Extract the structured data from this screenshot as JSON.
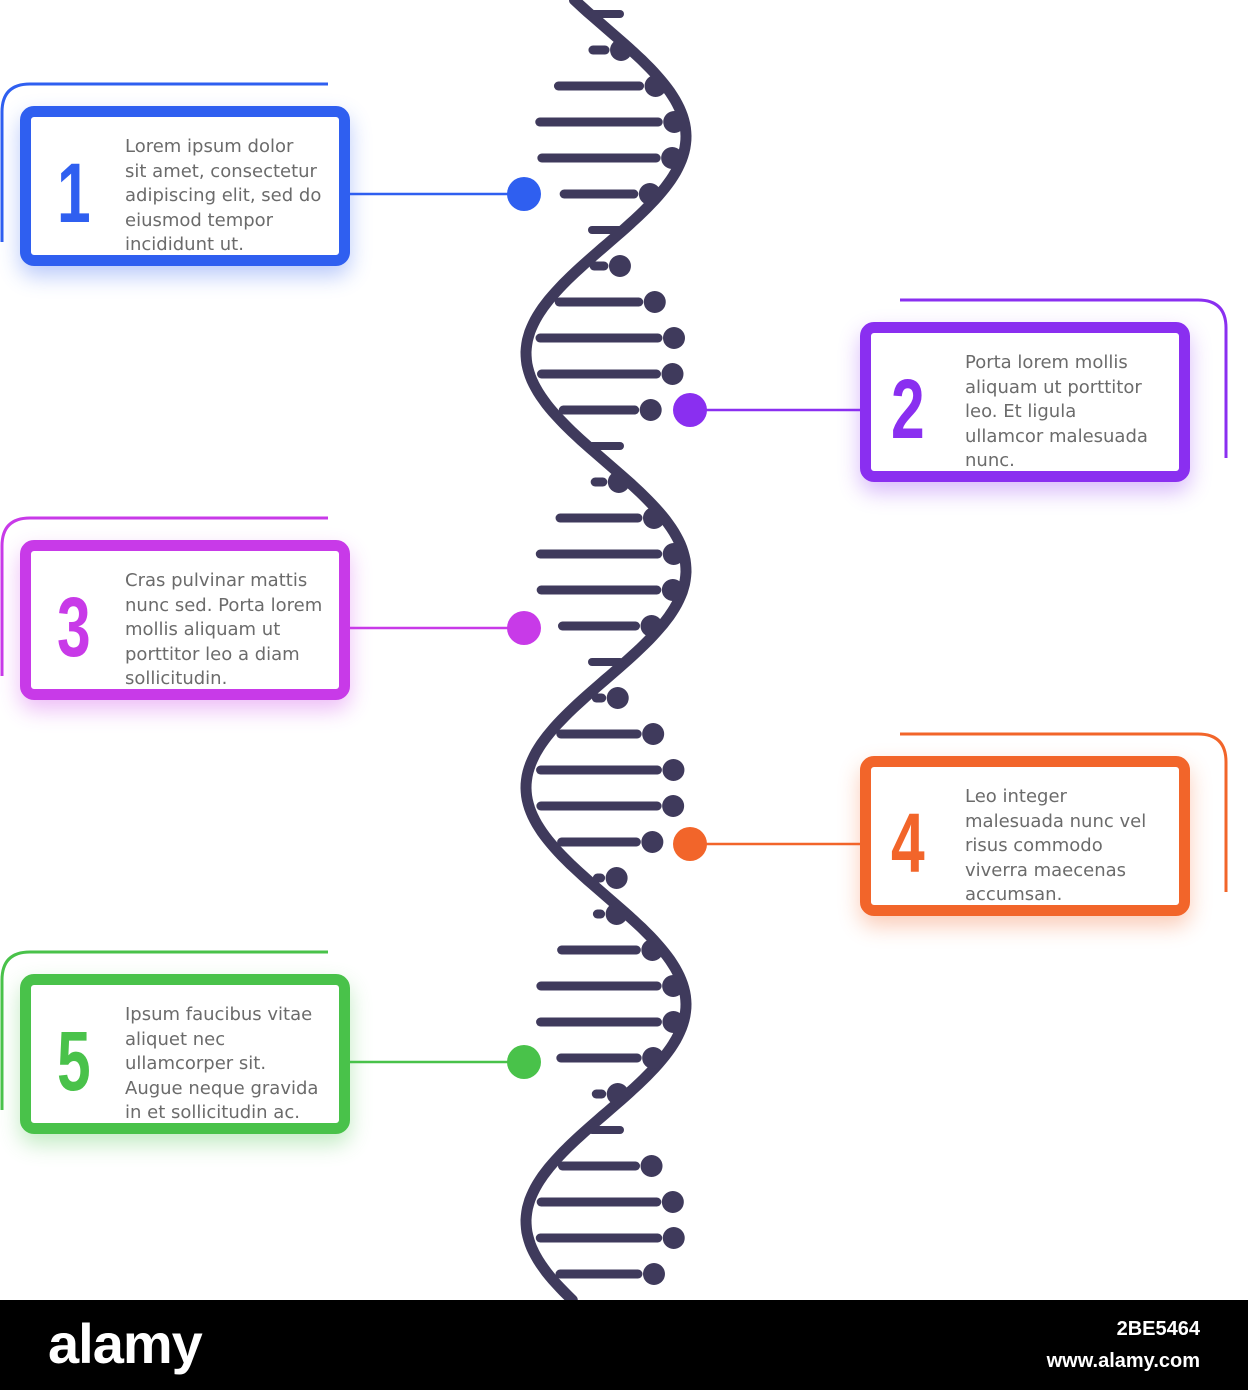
{
  "colors": {
    "helix": "#3f3a5c",
    "step1": "#2f5ff0",
    "step2": "#8a2ff0",
    "step3": "#c83ae8",
    "step4": "#f2652a",
    "step5": "#49c24a"
  },
  "steps": [
    {
      "number": "1",
      "text": "Lorem ipsum dolor\nsit amet, consectetur\nadipiscing elit, sed do\neiusmod tempor\nincididunt ut.",
      "color": "#2f5ff0",
      "side": "left"
    },
    {
      "number": "2",
      "text": "Porta lorem mollis\naliquam ut porttitor\nleo. Et ligula\nullamcor malesuada\nnunc.",
      "color": "#8a2ff0",
      "side": "right"
    },
    {
      "number": "3",
      "text": "Cras pulvinar mattis\nnunc sed. Porta lorem\nmollis aliquam ut\nporttitor leo a diam\nsollicitudin.",
      "color": "#c83ae8",
      "side": "left"
    },
    {
      "number": "4",
      "text": "Leo integer\nmalesuada nunc vel\nrisus commodo\nviverra maecenas\naccumsan.",
      "color": "#f2652a",
      "side": "right"
    },
    {
      "number": "5",
      "text": "Ipsum faucibus vitae\naliquet nec\nullamcorper sit.\nAugue neque gravida\nin et sollicitudin ac.",
      "color": "#49c24a",
      "side": "left"
    }
  ],
  "footer": {
    "brand": "alamy",
    "image_id": "2BE5464",
    "site": "www.alamy.com"
  }
}
